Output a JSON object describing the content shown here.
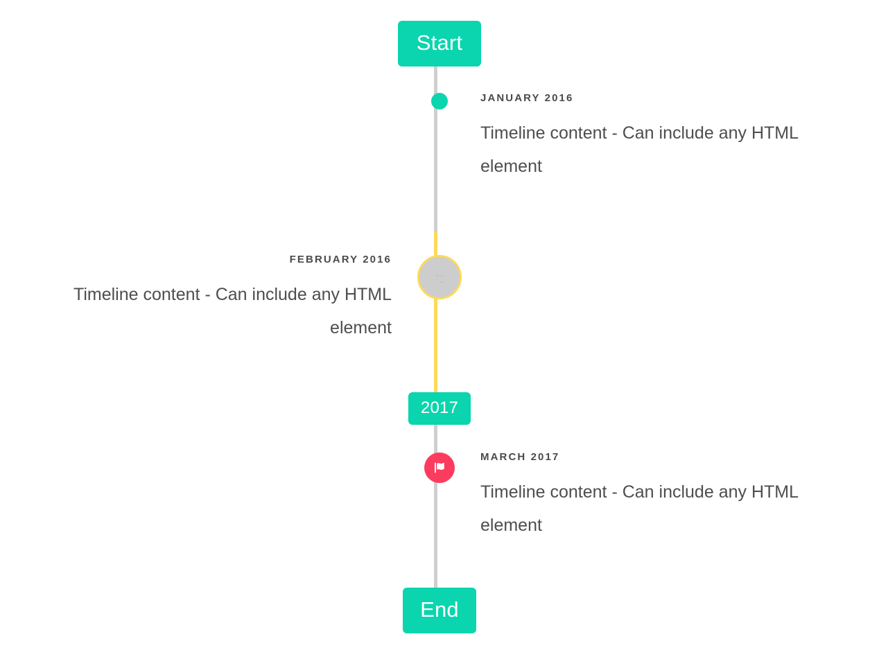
{
  "timeline": {
    "start_label": "Start",
    "end_label": "End",
    "year_divider_label": "2017",
    "colors": {
      "accent_teal": "#0AD5AE",
      "accent_yellow": "#FBD95C",
      "accent_pink": "#FC3C5E",
      "rail_gray": "#CFCFCF",
      "marker_gray": "#CDCDCD",
      "text_dark": "#4A4A4A",
      "text_body": "#4E4E4E",
      "background": "#FFFFFF"
    },
    "events": [
      {
        "date": "JANUARY 2016",
        "body": "Timeline content - Can include any HTML element",
        "side": "right",
        "marker": "dot-icon"
      },
      {
        "date": "FEBRUARY 2016",
        "body": "Timeline content - Can include any HTML element",
        "side": "left",
        "marker": "missing-glyph-icon",
        "glyph_line_1": "␣␣",
        "glyph_line_2": "·␣"
      },
      {
        "date": "MARCH 2017",
        "body": "Timeline content - Can include any HTML element",
        "side": "right",
        "marker": "flag-icon"
      }
    ]
  }
}
